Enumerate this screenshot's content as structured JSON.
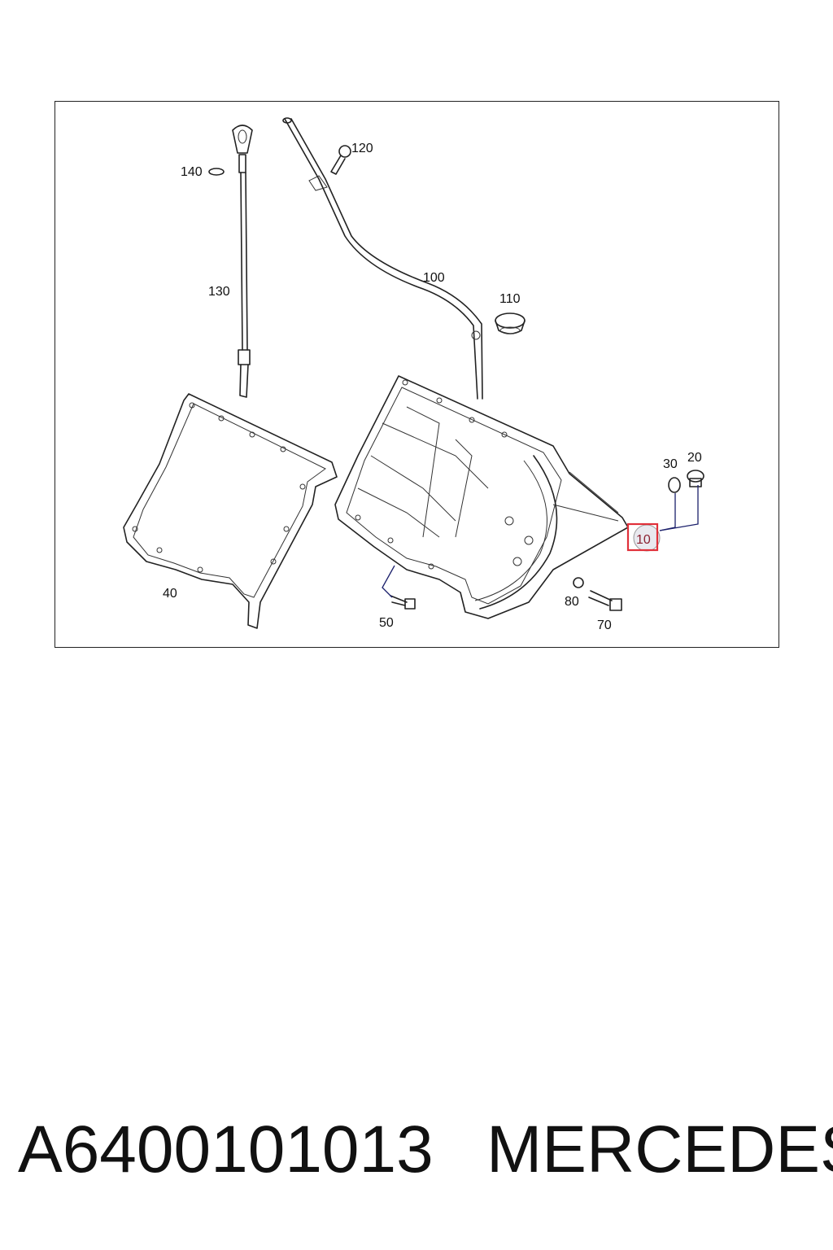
{
  "diagram": {
    "callouts": {
      "c10": "10",
      "c20": "20",
      "c30": "30",
      "c40": "40",
      "c50": "50",
      "c70": "70",
      "c80": "80",
      "c100": "100",
      "c110": "110",
      "c120": "120",
      "c130": "130",
      "c140": "140"
    },
    "highlighted_callout": "10",
    "highlight_color": "#e0303a"
  },
  "caption": {
    "part_number": "A6400101013",
    "brand": "MERCEDES"
  }
}
